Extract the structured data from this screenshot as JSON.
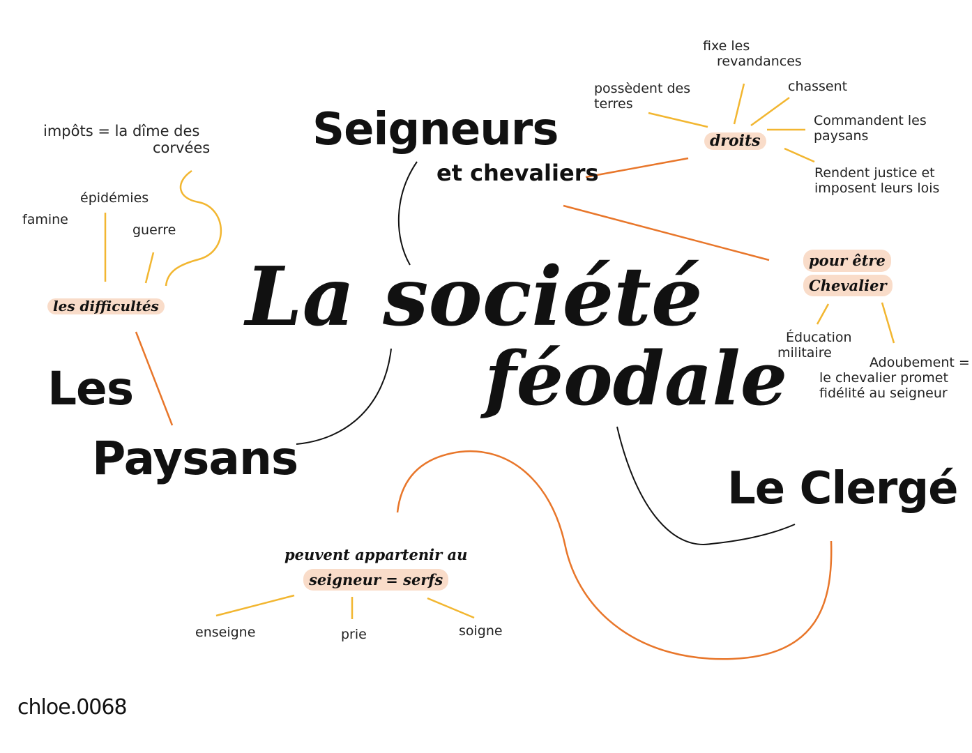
{
  "title": {
    "line1": "La société",
    "line2": "féodale"
  },
  "seigneurs": {
    "title": "Seigneurs",
    "subtitle": "et chevaliers",
    "droits": {
      "label": "droits",
      "items": {
        "possedent": [
          "possèdent des",
          "terres"
        ],
        "fixe": [
          "fixe les",
          "revandances"
        ],
        "chassent": "chassent",
        "commandent": [
          "Commandent les",
          "paysans"
        ],
        "rendent": [
          "Rendent justice et",
          "imposent leurs lois"
        ]
      }
    },
    "chevalier": {
      "label": [
        "pour être",
        "Chevalier"
      ],
      "education": [
        "Éducation",
        "militaire"
      ],
      "adoubement": [
        "Adoubement =",
        "le chevalier promet",
        "fidélité au seigneur"
      ]
    }
  },
  "paysans": {
    "line1": "Les",
    "line2": "Paysans",
    "difficultes": {
      "label": "les difficultés",
      "famine": "famine",
      "epidemies": "épidémies",
      "guerre": "guerre",
      "impots": [
        "impôts = la dîme des",
        "corvées"
      ]
    }
  },
  "clerge": {
    "title": "Le Clergé",
    "serfs": {
      "label": [
        "peuvent appartenir au",
        "seigneur = serfs"
      ],
      "enseigne": "enseigne",
      "prie": "prie",
      "soigne": "soigne"
    }
  },
  "author": "chloe.0068",
  "colors": {
    "yellow": "#f2b630",
    "orange": "#e8762a",
    "black": "#111111",
    "highlight": "#f9dcc9"
  }
}
